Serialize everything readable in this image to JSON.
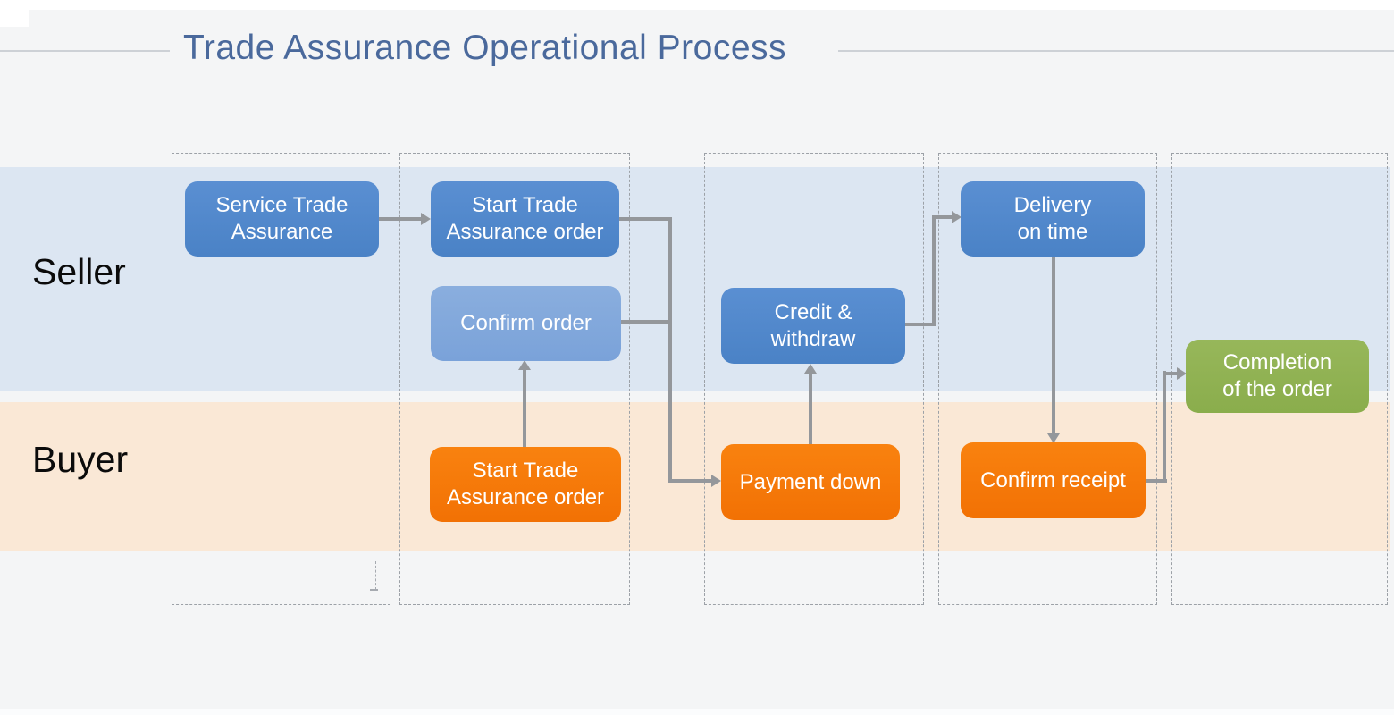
{
  "title": "Trade Assurance Operational Process",
  "lanes": {
    "seller": {
      "label": "Seller",
      "color": "#dce6f2"
    },
    "buyer": {
      "label": "Buyer",
      "color": "#fae8d6"
    }
  },
  "boxes": {
    "service_trade_assurance": {
      "lines": [
        "Service Trade",
        "Assurance"
      ],
      "lane": "seller",
      "color": "#4e86c8"
    },
    "start_trade_assurance_seller": {
      "lines": [
        "Start Trade",
        "Assurance order"
      ],
      "lane": "seller",
      "color": "#4e86c8"
    },
    "confirm_order": {
      "lines": [
        "Confirm order"
      ],
      "lane": "seller",
      "color": "#82a8dc"
    },
    "credit_withdraw": {
      "lines": [
        "Credit &",
        "withdraw"
      ],
      "lane": "seller",
      "color": "#4e86c8"
    },
    "delivery_on_time": {
      "lines": [
        "Delivery",
        "on time"
      ],
      "lane": "seller",
      "color": "#4e86c8"
    },
    "start_trade_assurance_buyer": {
      "lines": [
        "Start Trade",
        "Assurance order"
      ],
      "lane": "buyer",
      "color": "#f8780b"
    },
    "payment_down": {
      "lines": [
        "Payment down"
      ],
      "lane": "buyer",
      "color": "#f8780b"
    },
    "confirm_receipt": {
      "lines": [
        "Confirm receipt"
      ],
      "lane": "buyer",
      "color": "#f8780b"
    },
    "completion_of_the_order": {
      "lines": [
        "Completion",
        "of the order"
      ],
      "lane": "between",
      "color": "#90b254"
    }
  },
  "flow": [
    {
      "from": "service_trade_assurance",
      "to": "start_trade_assurance_seller"
    },
    {
      "from": "start_trade_assurance_seller",
      "to": "payment_down"
    },
    {
      "from": "confirm_order",
      "to": "payment_down"
    },
    {
      "from": "start_trade_assurance_buyer",
      "to": "confirm_order"
    },
    {
      "from": "payment_down",
      "to": "credit_withdraw"
    },
    {
      "from": "credit_withdraw",
      "to": "delivery_on_time"
    },
    {
      "from": "delivery_on_time",
      "to": "confirm_receipt"
    },
    {
      "from": "confirm_receipt",
      "to": "completion_of_the_order"
    }
  ],
  "colors": {
    "background": "#f4f5f6",
    "title_text": "#4a699c",
    "title_rule": "#cdd1d6",
    "connector": "#94979b",
    "stage_border": "#9ca1a7",
    "box_text": "#ffffff",
    "lane_label_text": "#0b0b0b"
  }
}
